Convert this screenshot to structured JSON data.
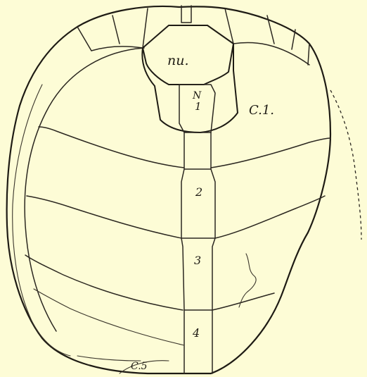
{
  "labels": {
    "nuchal": "nu.",
    "neural_1_top": "N",
    "neural_1_bottom": "1",
    "costal_1": "C.1.",
    "neural_2": "2",
    "neural_3": "3",
    "neural_4": "4",
    "costal_5": "C.5"
  },
  "colors": {
    "background": "#fdfcd6",
    "ink": "#1e1b14"
  }
}
